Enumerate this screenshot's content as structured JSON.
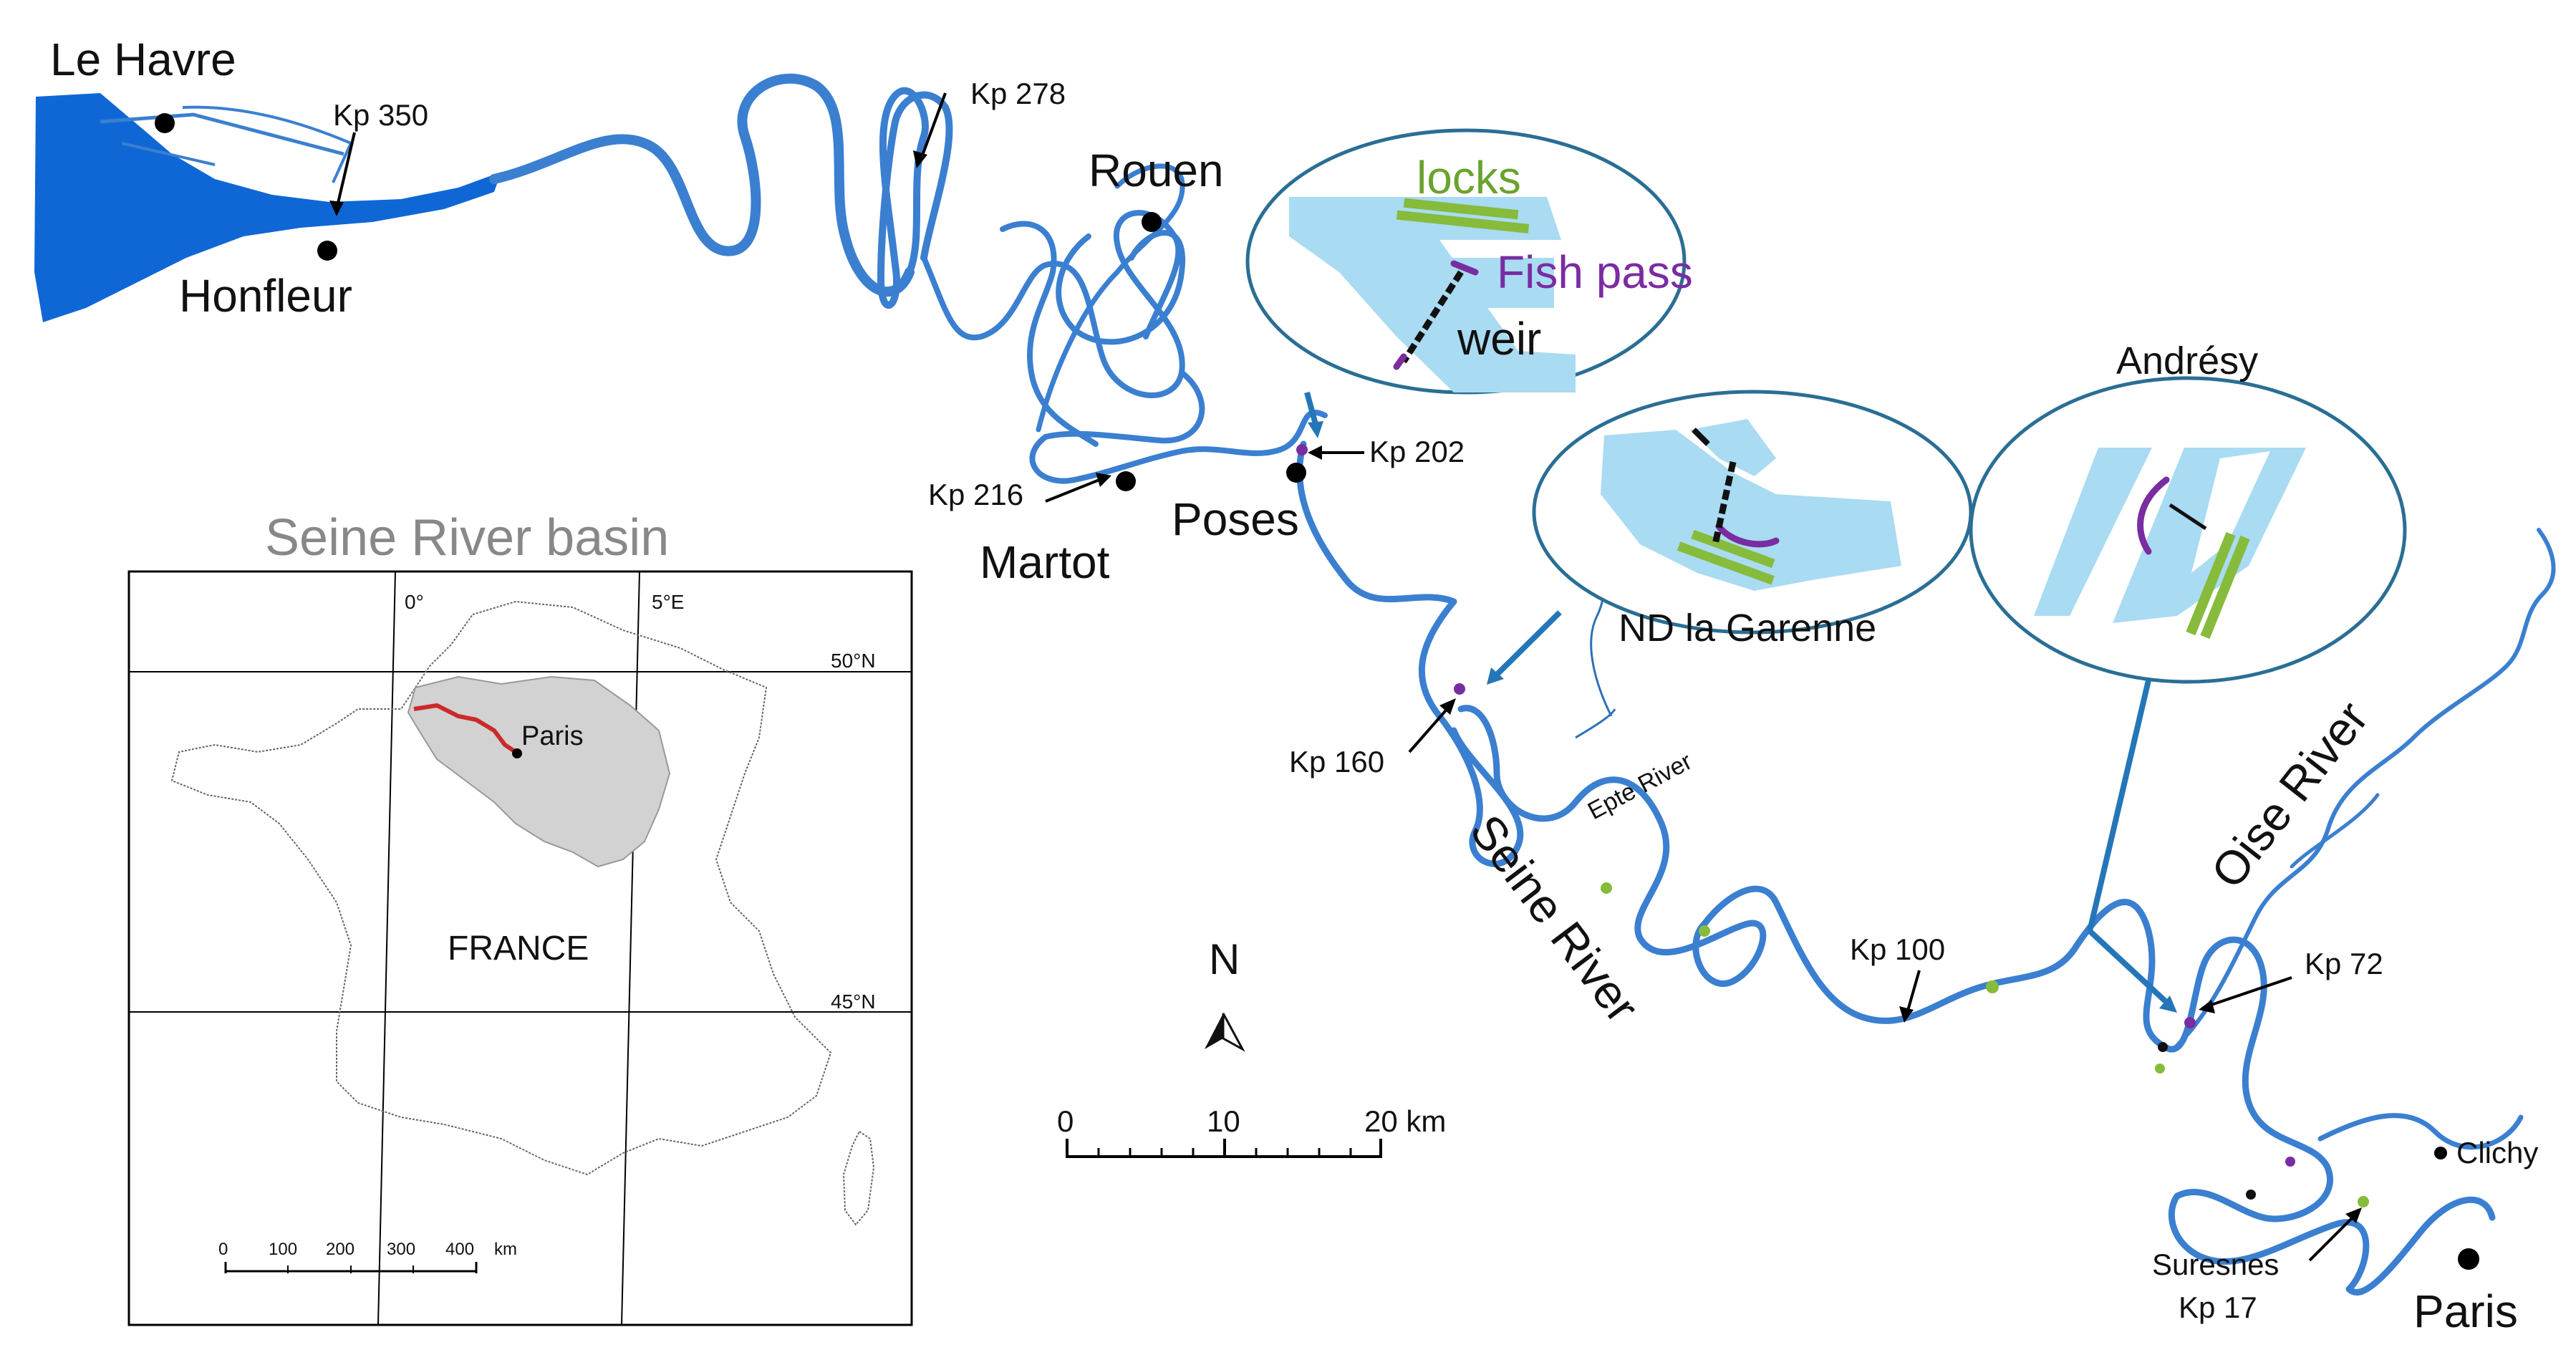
{
  "places": {
    "le_havre": "Le Havre",
    "honfleur": "Honfleur",
    "rouen": "Rouen",
    "martot": "Martot",
    "poses": "Poses",
    "paris": "Paris",
    "clichy": "Clichy",
    "suresnes": "Suresnes"
  },
  "kp": {
    "kp350": "Kp 350",
    "kp278": "Kp 278",
    "kp216": "Kp 216",
    "kp202": "Kp 202",
    "kp160": "Kp 160",
    "kp100": "Kp 100",
    "kp72": "Kp 72",
    "kp17": "Kp 17"
  },
  "rivers": {
    "seine": "Seine River",
    "oise": "Oise River",
    "epte": "Epte River"
  },
  "insets": {
    "poses": {
      "locks": "locks",
      "fish_pass": "Fish pass",
      "weir": "weir"
    },
    "garenne": {
      "title": "ND la Garenne"
    },
    "andresy": {
      "title": "Andrésy"
    }
  },
  "locator": {
    "title": "Seine River basin",
    "country": "FRANCE",
    "city": "Paris",
    "lon_0": "0°",
    "lon_5": "5°E",
    "lat_50": "50°N",
    "lat_45": "45°N",
    "scale_ticks": [
      "0",
      "100",
      "200",
      "300",
      "400"
    ],
    "scale_unit": "km"
  },
  "scale_bar": {
    "ticks": [
      "0",
      "10",
      "20 km"
    ]
  },
  "north": "N",
  "colors": {
    "river": "#3b7fd0",
    "estuary": "#0f67d6",
    "water_inset": "#a9dbf2",
    "locks": "#86bb3c",
    "fish_pass": "#7a2ca1",
    "weir": "#111111",
    "basin": "#d2d2d2",
    "seine_path_in_basin": "#cc2a2a"
  }
}
